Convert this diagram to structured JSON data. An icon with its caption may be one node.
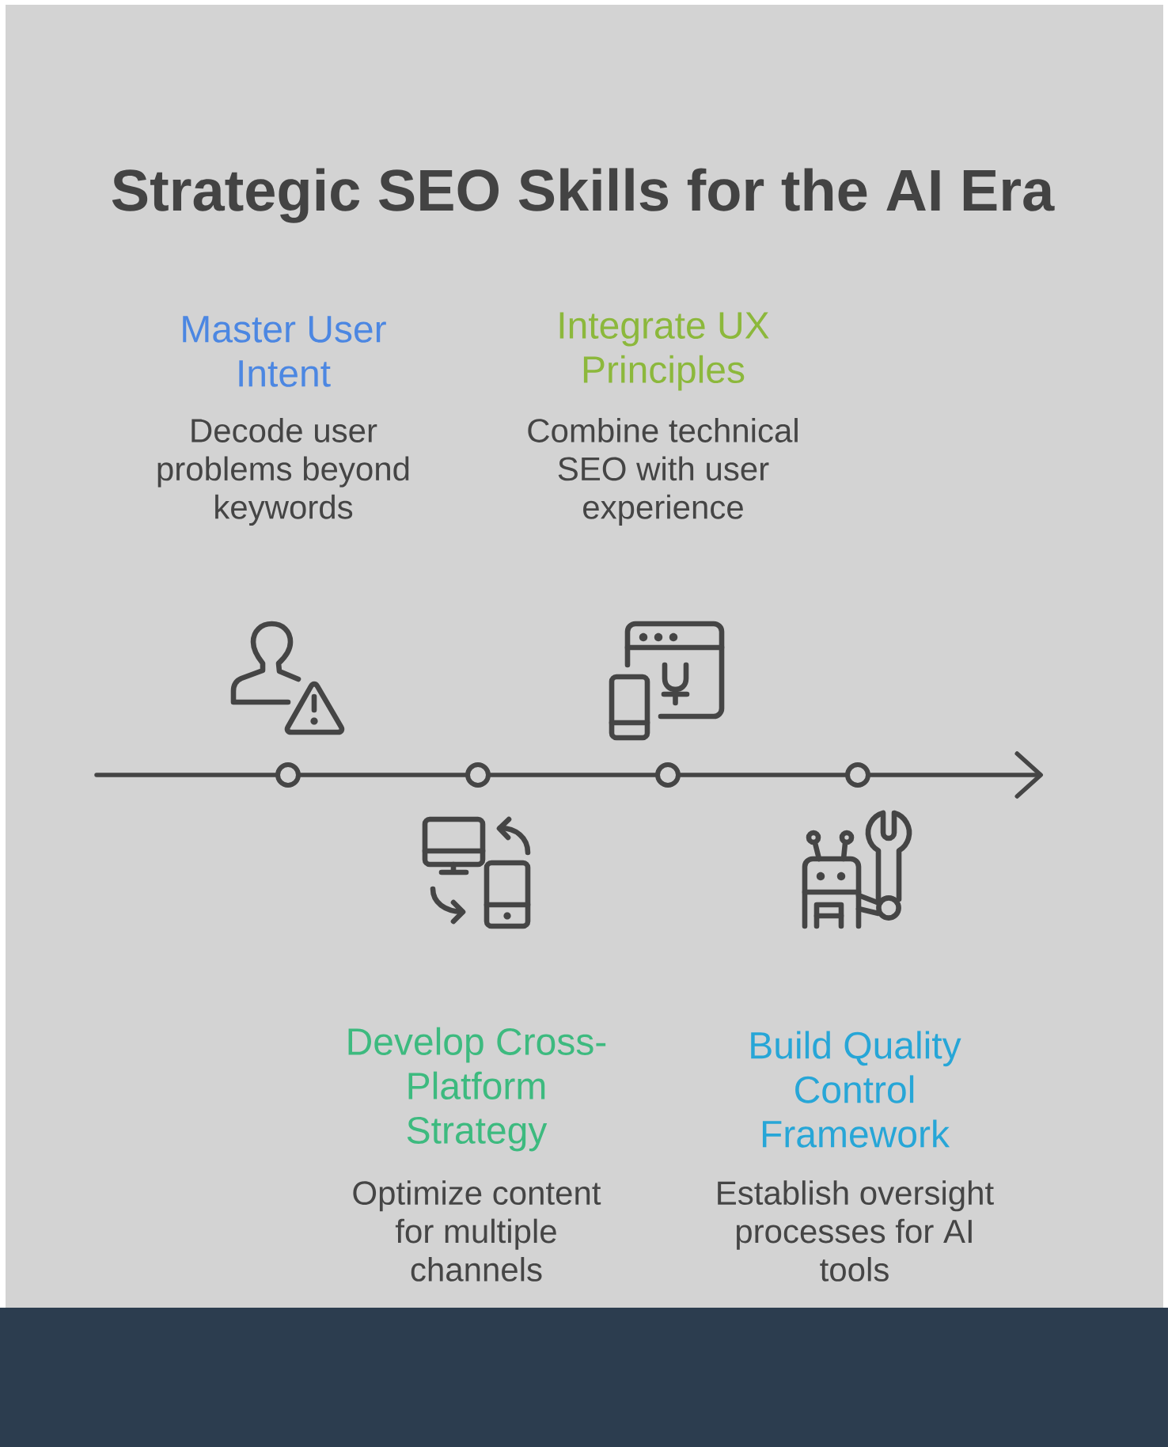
{
  "diagram": {
    "title": "Strategic SEO Skills for the AI Era",
    "nodes": [
      {
        "text": [],
        "shape": "circle",
        "beside": [
          "Master User Intent",
          "Decode user problems beyond keywords"
        ]
      },
      {
        "text": [],
        "shape": "circle",
        "beside": [
          "Develop Cross-Platform Strategy",
          "Optimize content for multiple channels"
        ]
      },
      {
        "text": [],
        "shape": "circle",
        "beside": [
          "Integrate UX Principles",
          "Combine technical SEO with user experience"
        ]
      },
      {
        "text": [],
        "shape": "circle",
        "beside": [
          "Build Quality Control Framework",
          "Establish oversight processes for AI tools"
        ]
      }
    ],
    "edges": [
      {
        "from": null,
        "to": 0,
        "arrow": "none"
      },
      {
        "from": 0,
        "to": 1,
        "arrow": "none"
      },
      {
        "from": 1,
        "to": 2,
        "arrow": "none"
      },
      {
        "from": 2,
        "to": 3,
        "arrow": "none"
      },
      {
        "from": 3,
        "to": null,
        "arrow": "to"
      }
    ]
  }
}
